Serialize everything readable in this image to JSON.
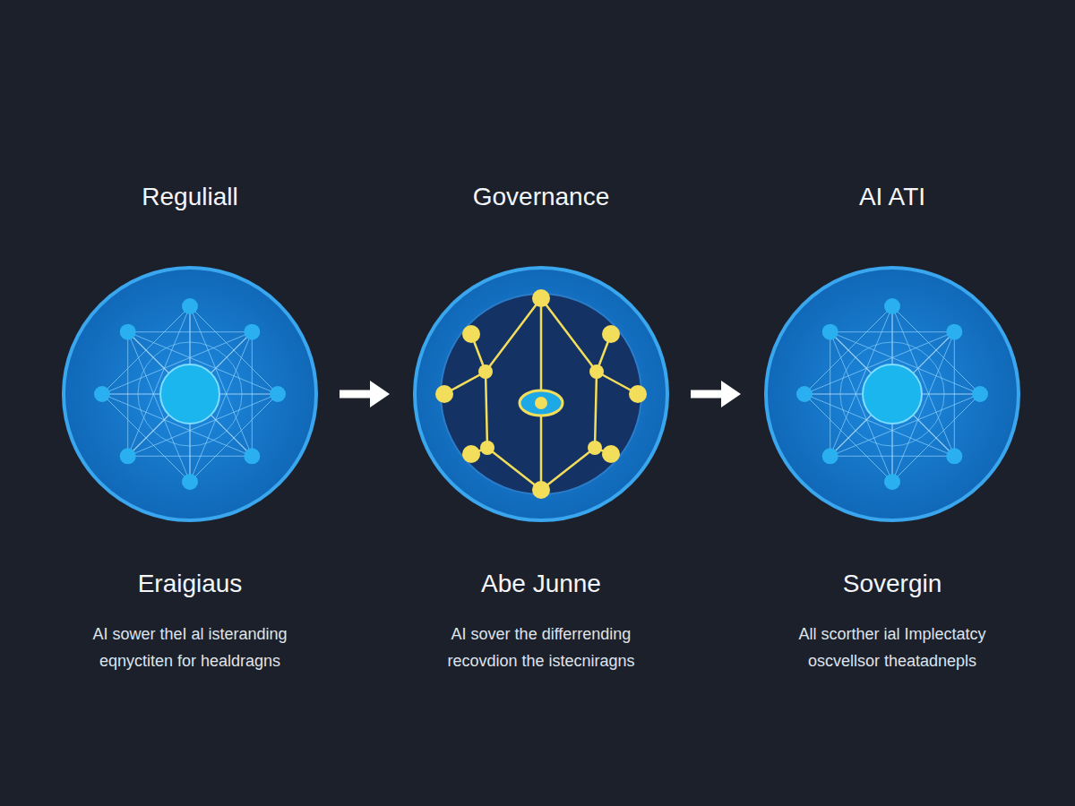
{
  "diagram": {
    "nodes": [
      {
        "text": [
          "Reguliall",
          "Eraigiaus",
          "AI sower theI al isteranding eqnyctiten for healdragns"
        ]
      },
      {
        "text": [
          "Governance",
          "Abe Junne",
          "AI sover the differrending recovdion the istecniragns"
        ]
      },
      {
        "text": [
          "AI ATI",
          "Sovergin",
          "All scorther ial Implectatcy oscvellsor theatadnepls"
        ]
      }
    ],
    "edges": [
      {
        "from": 0,
        "to": 1,
        "arrow": "to"
      },
      {
        "from": 1,
        "to": 2,
        "arrow": "to"
      }
    ]
  }
}
